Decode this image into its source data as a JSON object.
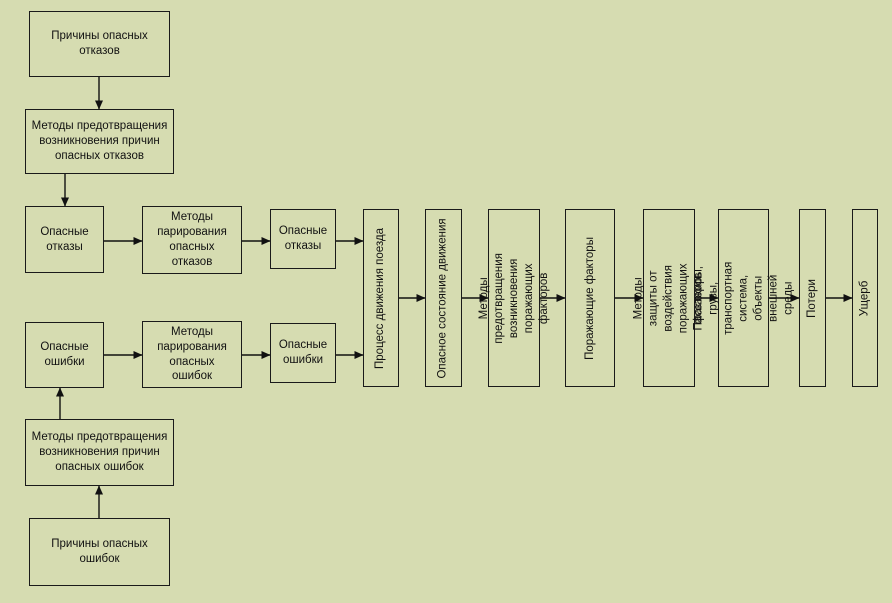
{
  "colors": {
    "background": "#d6dcb1",
    "line": "#111111"
  },
  "nodes": {
    "causes_failures": "Причины опасных отказов",
    "prevent_failures": "Методы предотвращения возникновения причин опасных отказов",
    "dangerous_failures_1": "Опасные отказы",
    "parry_failures": "Методы парирования опасных отказов",
    "dangerous_failures_2": "Опасные отказы",
    "dangerous_errors_1": "Опасные ошибки",
    "parry_errors": "Методы парирования опасных ошибок",
    "dangerous_errors_2": "Опасные ошибки",
    "prevent_errors": "Методы предотвращения возникновения причин опасных ошибок",
    "causes_errors": "Причины опасных ошибок",
    "train_process": "Процесс движения поезда",
    "dangerous_state": "Опасное состояние движения",
    "prevent_damaging": "Методы предотвращения возникновения поражающих факторов",
    "damaging_factors": "Поражающие факторы",
    "protection_methods": "Методы защиты от воздействия поражающих факторов",
    "passengers": "Пассажиры, грузы, транспортная система, объекты внешней среды",
    "losses": "Потери",
    "damage": "Ущерб"
  }
}
